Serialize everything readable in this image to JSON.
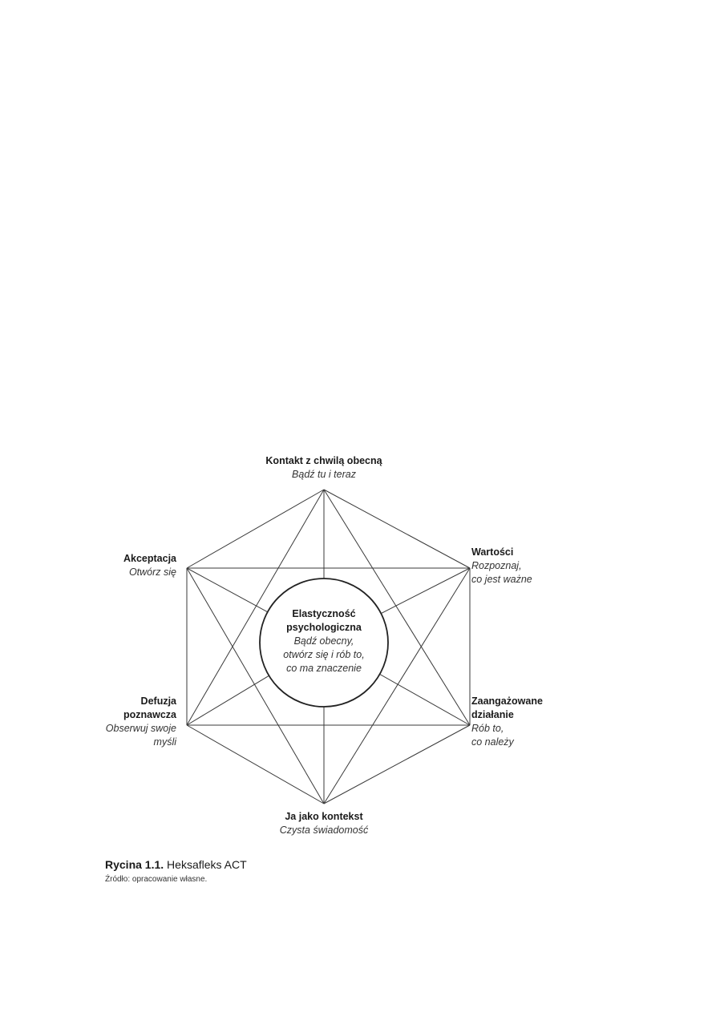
{
  "diagram": {
    "center": {
      "title_line1": "Elastyczność",
      "title_line2": "psychologiczna",
      "sub_line1": "Bądź obecny,",
      "sub_line2": "otwórz się i rób to,",
      "sub_line3": "co ma znaczenie"
    },
    "nodes": {
      "top": {
        "title": "Kontakt z chwilą obecną",
        "sub": "Bądź tu i teraz"
      },
      "upper_left": {
        "title": "Akceptacja",
        "sub": "Otwórz się"
      },
      "upper_right": {
        "title": "Wartości",
        "sub_line1": "Rozpoznaj,",
        "sub_line2": "co jest ważne"
      },
      "lower_left": {
        "title_line1": "Defuzja",
        "title_line2": "poznawcza",
        "sub_line1": "Obserwuj swoje",
        "sub_line2": "myśli"
      },
      "lower_right": {
        "title_line1": "Zaangażowane",
        "title_line2": "działanie",
        "sub_line1": "Rób to,",
        "sub_line2": "co należy"
      },
      "bottom": {
        "title": "Ja jako kontekst",
        "sub": "Czysta świadomość"
      }
    }
  },
  "caption": {
    "label": "Rycina 1.1.",
    "text": "Heksafleks ACT",
    "source": "Źródło: opracowanie własne."
  },
  "colors": {
    "line": "#3a3a3a",
    "text": "#1a1a1a"
  }
}
